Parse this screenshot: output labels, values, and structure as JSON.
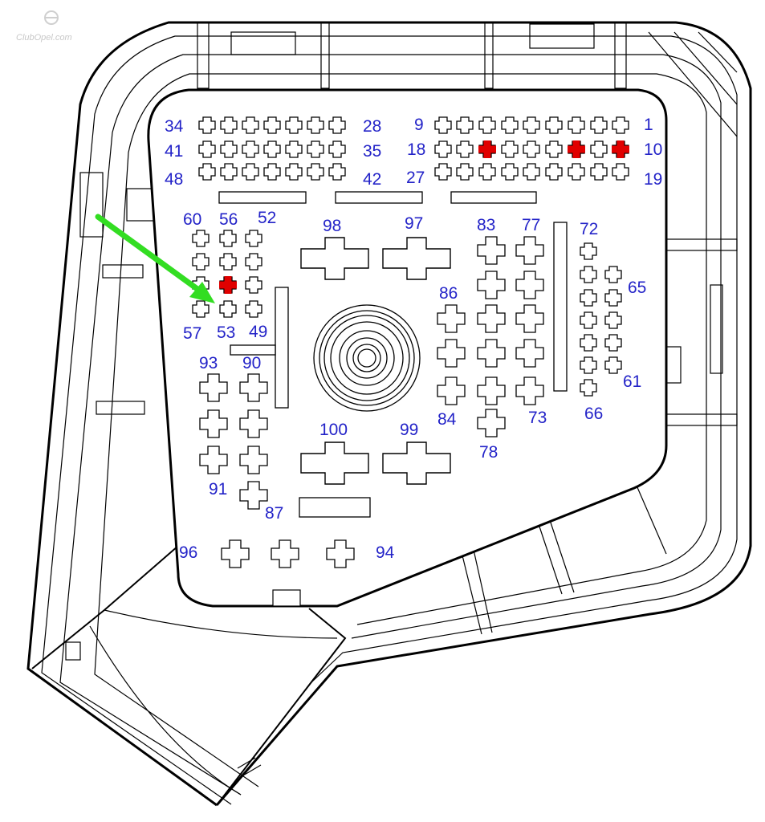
{
  "watermark": "ClubOpel.com",
  "colors": {
    "outline": "#000000",
    "label": "#2323c8",
    "highlight_fuse": "#e00000",
    "arrow": "#33dd22",
    "background": "#ffffff"
  },
  "labels": {
    "l34": "34",
    "l28": "28",
    "l9": "9",
    "l1": "1",
    "l41": "41",
    "l35": "35",
    "l18": "18",
    "l10": "10",
    "l48": "48",
    "l42": "42",
    "l27": "27",
    "l19": "19",
    "l60": "60",
    "l56": "56",
    "l52": "52",
    "l98": "98",
    "l97": "97",
    "l83": "83",
    "l77": "77",
    "l72": "72",
    "l65": "65",
    "l86": "86",
    "l57": "57",
    "l53": "53",
    "l49": "49",
    "l93": "93",
    "l90": "90",
    "l84": "84",
    "l73": "73",
    "l66": "66",
    "l61": "61",
    "l78": "78",
    "l100": "100",
    "l99": "99",
    "l91": "91",
    "l87": "87",
    "l96": "96",
    "l94": "94"
  },
  "highlighted_fuses": [
    "16",
    "12",
    "10",
    "53"
  ],
  "pointer": {
    "target": "53",
    "icon": "green-arrow"
  }
}
